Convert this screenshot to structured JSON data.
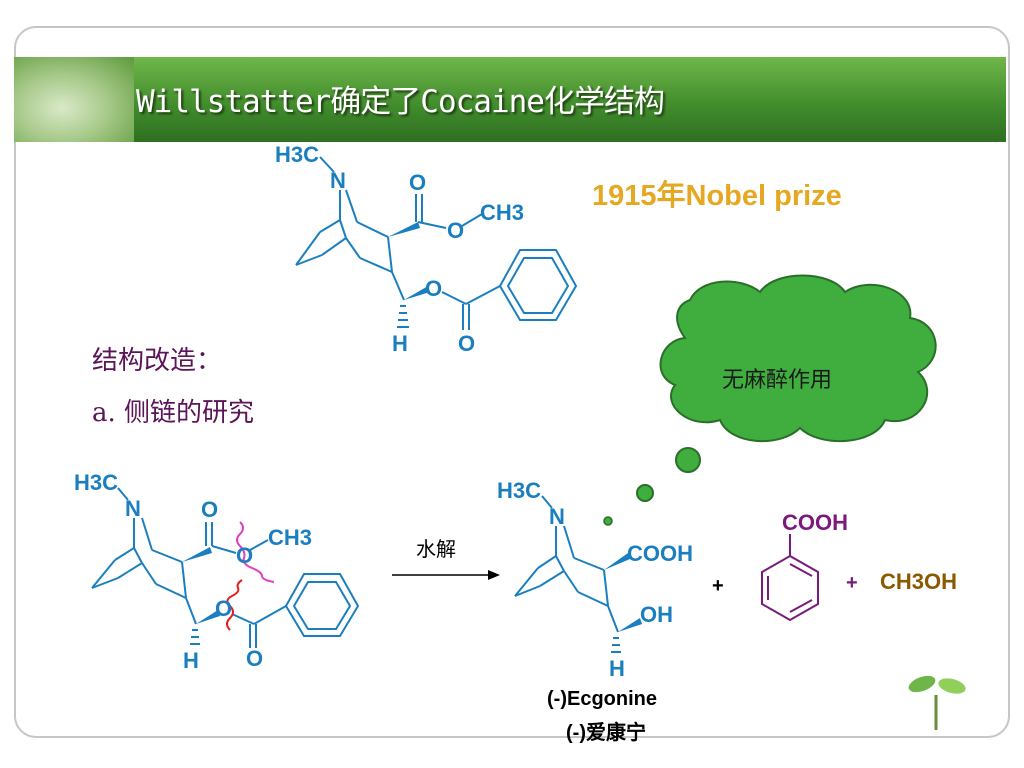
{
  "slide": {
    "title": "Willstatter确定了Cocaine化学结构",
    "nobel_note": "1915年Nobel prize",
    "section_heading": "结构改造：",
    "subsection": "a.  侧链的研究",
    "thought_bubble_text": "无麻醉作用",
    "reaction_label": "水解",
    "product_name_en": "(-)Ecgonine",
    "product_name_cn": "(-)爱康宁"
  },
  "atoms": {
    "h3c": "H3C",
    "n": "N",
    "o": "O",
    "ch3": "CH3",
    "h": "H",
    "cooh": "COOH",
    "oh": "OH",
    "plus": "+",
    "ch3oh": "CH3OH"
  },
  "colors": {
    "molecule": "#1b7fbf",
    "benzoic_acid": "#7a1a7a",
    "methanol": "#8a5a00",
    "nobel": "#e6a721",
    "section_text": "#5a1457",
    "cloud": "#3fae3f",
    "cut_magenta": "#e040c0",
    "cut_red": "#e02020"
  }
}
